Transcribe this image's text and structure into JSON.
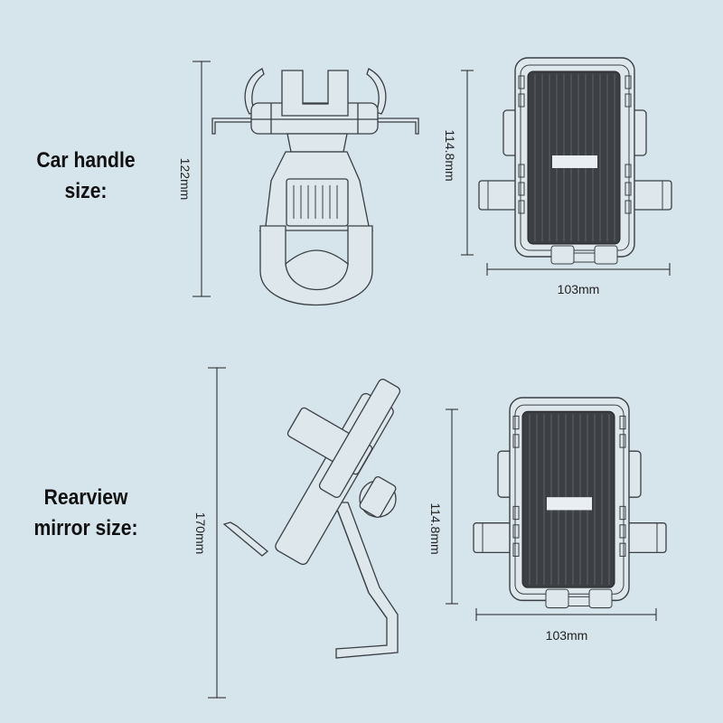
{
  "sections": [
    {
      "label_line1": "Car handle",
      "label_line2": "size:",
      "height_side": "122mm",
      "height_front": "114.8mm",
      "width_front": "103mm"
    },
    {
      "label_line1": "Rearview",
      "label_line2": "mirror size:",
      "height_side": "170mm",
      "height_front": "114.8mm",
      "width_front": "103mm"
    }
  ],
  "colors": {
    "background": "#d6e4ec",
    "line": "#3a3f44",
    "part_fill": "#dde7ec",
    "panel": "#3c3f44"
  }
}
